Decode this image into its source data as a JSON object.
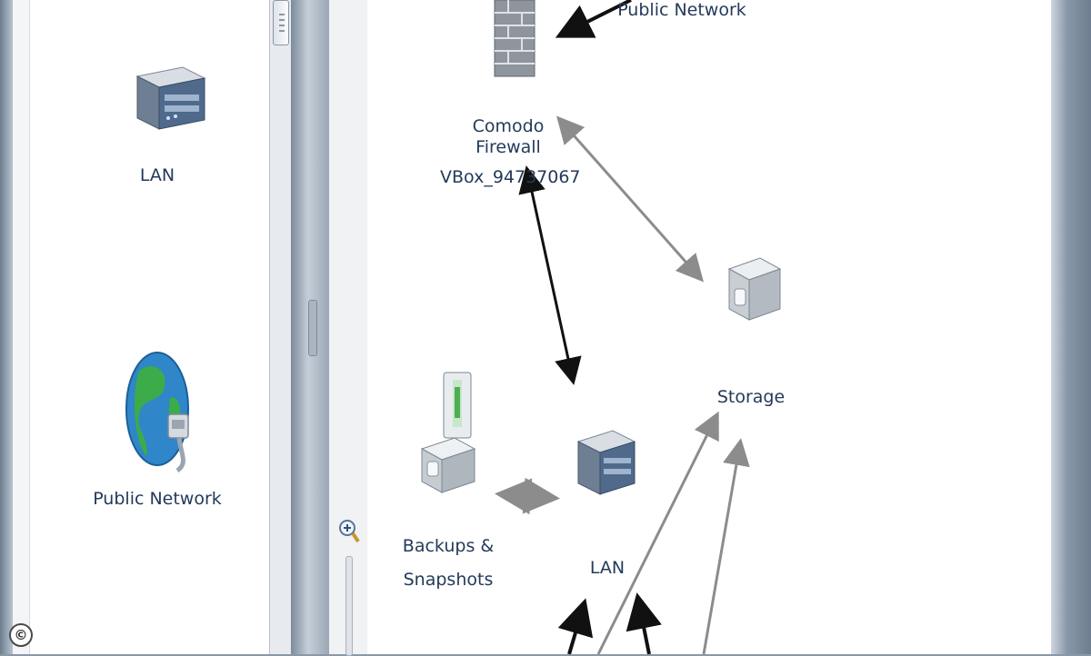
{
  "palette": {
    "items": [
      {
        "label": "LAN",
        "icon": "network-switch-icon"
      },
      {
        "label": "Public Network",
        "icon": "globe-network-icon"
      }
    ]
  },
  "diagram": {
    "nodes": {
      "top_public_network": "Public Network",
      "firewall_line1": "Comodo Firewall",
      "firewall_line2": "VBox_94737067",
      "storage": "Storage",
      "backups_line1": "Backups &",
      "backups_line2": "Snapshots",
      "lan": "LAN"
    }
  },
  "watermark": {
    "symbol": "©"
  },
  "colors": {
    "label": "#243a5a",
    "arrow_dark": "#111111",
    "arrow_gray": "#8c8c8c"
  }
}
